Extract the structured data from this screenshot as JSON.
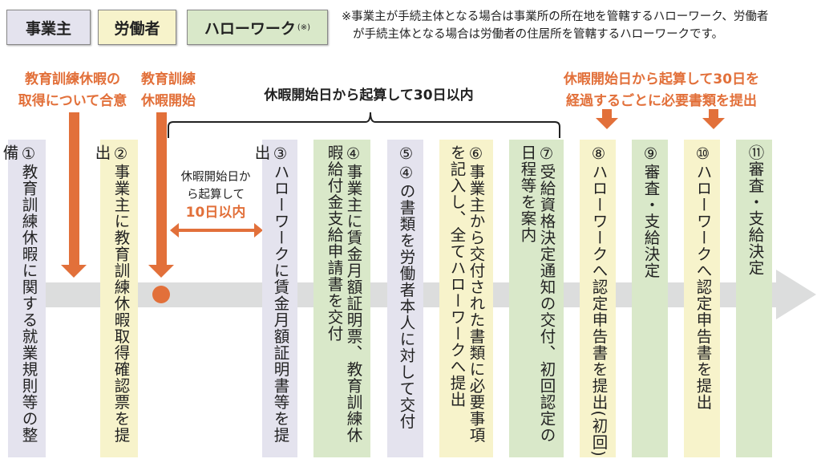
{
  "legend": {
    "employer": "事業主",
    "worker": "労働者",
    "hellowork": "ハローワーク",
    "hellowork_mark": "(※)"
  },
  "note": {
    "line1": "※事業主が手続主体となる場合は事業所の所在地を管轄するハローワーク、労働者",
    "line2": "が手続主体となる場合は労働者の住居所を管轄するハローワークです。"
  },
  "labels": {
    "agree_1": "教育訓練休暇の",
    "agree_2": "取得について合意",
    "start_1": "教育訓練",
    "start_2": "休暇開始",
    "within30": "休暇開始日から起算して30日以内",
    "every30_1": "休暇開始日から起算して30日を",
    "every30_2": "経過するごとに必要書類を提出",
    "within10_1": "休暇開始日か",
    "within10_2": "ら起算して",
    "within10_3": "10日以内"
  },
  "steps": [
    {
      "text": "①教育訓練休暇に関する就業規則等の整備",
      "actor": "employer"
    },
    {
      "text": "②事業主に教育訓練休暇取得確認票を提出",
      "actor": "worker"
    },
    {
      "text": "③ハローワークに賃金月額証明書等を提出",
      "actor": "employer"
    },
    {
      "text": "④事業主に賃金月額証明票、教育訓練休暇給付金支給申請書を交付",
      "actor": "hellowork"
    },
    {
      "text": "⑤④の書類を労働者本人に対して交付",
      "actor": "employer"
    },
    {
      "text": "⑥事業主から交付された書類に必要事項を記入し、全てハローワークへ提出",
      "actor": "worker"
    },
    {
      "text": "⑦受給資格決定通知の交付、初回認定の日程等を案内",
      "actor": "hellowork"
    },
    {
      "text": "⑧ハローワークへ認定申告書を提出(初回)",
      "actor": "worker"
    },
    {
      "text": "⑨審査・支給決定",
      "actor": "hellowork"
    },
    {
      "text": "⑩ハローワークへ認定申告書を提出",
      "actor": "worker"
    },
    {
      "text": "⑪審査・支給決定",
      "actor": "hellowork"
    }
  ],
  "colors": {
    "employer": "#e4e3ee",
    "worker": "#f7f3cb",
    "hellowork": "#d9e8c9",
    "accent": "#e2703a",
    "timeline": "#dcdddd"
  }
}
